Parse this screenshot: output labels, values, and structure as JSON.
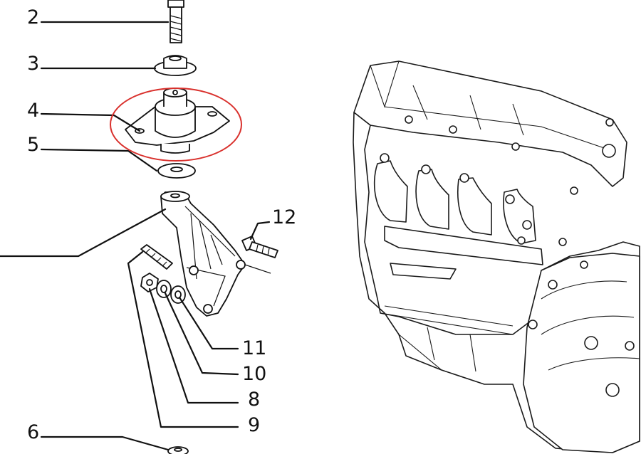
{
  "callouts": [
    {
      "id": "c2",
      "label": "2"
    },
    {
      "id": "c3",
      "label": "3"
    },
    {
      "id": "c4",
      "label": "4"
    },
    {
      "id": "c5",
      "label": "5"
    },
    {
      "id": "c12",
      "label": "12"
    },
    {
      "id": "c11",
      "label": "11"
    },
    {
      "id": "c10",
      "label": "10"
    },
    {
      "id": "c8",
      "label": "8"
    },
    {
      "id": "c9",
      "label": "9"
    },
    {
      "id": "c6",
      "label": "6"
    }
  ],
  "highlight": {
    "color": "#d9302c",
    "target": "4"
  },
  "icons": {
    "engine": "engine-block-illustration",
    "bracket": "mounting-bracket-illustration"
  },
  "colors": {
    "ink": "#111111",
    "background": "#ffffff"
  }
}
